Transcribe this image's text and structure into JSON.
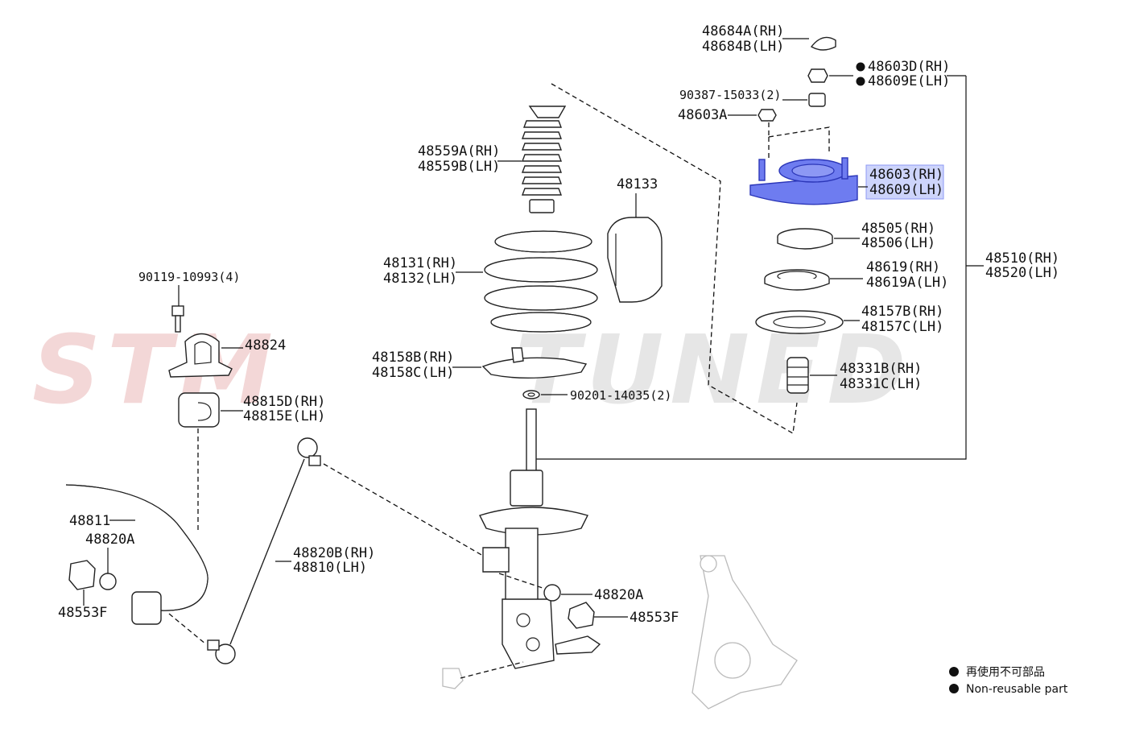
{
  "watermark": {
    "brand_a": "STM",
    "brand_b": "TUNED",
    "color_a": "#f3d7d7",
    "color_b": "#e6e6e6"
  },
  "colors": {
    "highlight": "#6e7cf0",
    "highlight_box": "#cdd4fb"
  },
  "labels": {
    "p48684": [
      "48684A(RH)",
      "48684B(LH)"
    ],
    "p48603d": [
      "48603D(RH)",
      "48609E(LH)"
    ],
    "p90387": "90387-15033(2)",
    "p48603a": "48603A",
    "p48603": [
      "48603(RH)",
      "48609(LH)"
    ],
    "p48505": [
      "48505(RH)",
      "48506(LH)"
    ],
    "p48619": [
      "48619(RH)",
      "48619A(LH)"
    ],
    "p48157": [
      "48157B(RH)",
      "48157C(LH)"
    ],
    "p48331": [
      "48331B(RH)",
      "48331C(LH)"
    ],
    "p48510": [
      "48510(RH)",
      "48520(LH)"
    ],
    "p48559": [
      "48559A(RH)",
      "48559B(LH)"
    ],
    "p48133": "48133",
    "p48131": [
      "48131(RH)",
      "48132(LH)"
    ],
    "p48158": [
      "48158B(RH)",
      "48158C(LH)"
    ],
    "p90201": "90201-14035(2)",
    "p90119": "90119-10993(4)",
    "p48824": "48824",
    "p48815": [
      "48815D(RH)",
      "48815E(LH)"
    ],
    "p48811": "48811",
    "p48820a_left": "48820A",
    "p48553f_left": "48553F",
    "p48820b": [
      "48820B(RH)",
      "48810(LH)"
    ],
    "p48820a_right": "48820A",
    "p48553f_right": "48553F"
  },
  "legend": {
    "jp": "再使用不可部品",
    "en": "Non-reusable part"
  }
}
